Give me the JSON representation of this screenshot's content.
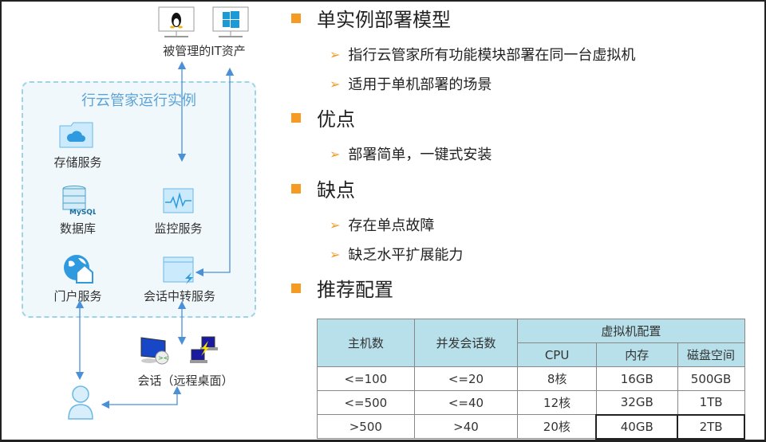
{
  "diagram": {
    "assets_label": "被管理的IT资产",
    "instance_title": "行云管家运行实例",
    "storage": "存储服务",
    "database": "数据库",
    "mysql": "MySQL",
    "monitor": "监控服务",
    "portal": "门户服务",
    "relay": "会话中转服务",
    "session": "会话（远程桌面）"
  },
  "sections": [
    {
      "title": "单实例部署模型",
      "items": [
        "指行云管家所有功能模块部署在同一台虚拟机",
        "适用于单机部署的场景"
      ]
    },
    {
      "title": "优点",
      "items": [
        "部署简单，一键式安装"
      ]
    },
    {
      "title": "缺点",
      "items": [
        "存在单点故障",
        "缺乏水平扩展能力"
      ]
    },
    {
      "title": "推荐配置",
      "items": []
    }
  ],
  "table": {
    "h_hosts": "主机数",
    "h_sessions": "并发会话数",
    "h_vm": "虚拟机配置",
    "h_cpu": "CPU",
    "h_mem": "内存",
    "h_disk": "磁盘空间",
    "rows": [
      [
        "<=100",
        "<=20",
        "8核",
        "16GB",
        "500GB"
      ],
      [
        "<=500",
        "<=40",
        "12核",
        "32GB",
        "1TB"
      ],
      [
        ">500",
        ">40",
        "20核",
        "40GB",
        "2TB"
      ]
    ]
  },
  "colors": {
    "accent": "#f59a23",
    "line": "#4a90d9",
    "header": "#b7e0ea"
  }
}
